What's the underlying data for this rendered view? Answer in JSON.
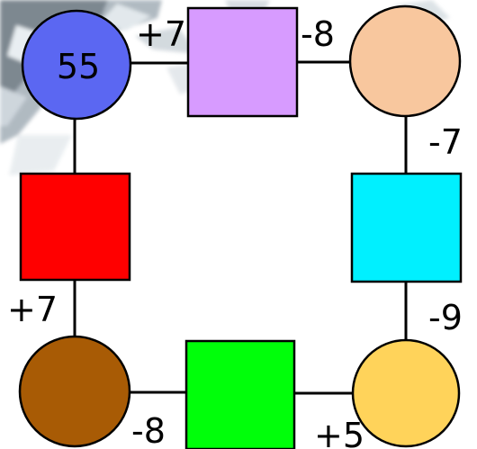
{
  "puzzle": {
    "start_value": "55",
    "operations": {
      "top_left": "+7",
      "top_right": "-8",
      "right_upper": "-7",
      "right_lower": "-9",
      "bottom_right": "+5",
      "bottom_left": "-8",
      "left_lower": "+7"
    },
    "colors": {
      "start_circle": "#5b67f2",
      "top_square": "#d79bff",
      "top_right_circle": "#f8c79e",
      "right_square": "#00f0ff",
      "bottom_right_circle": "#ffd35a",
      "bottom_square": "#00ff0a",
      "bottom_left_circle": "#a85b05",
      "left_square": "#ff0000"
    }
  }
}
